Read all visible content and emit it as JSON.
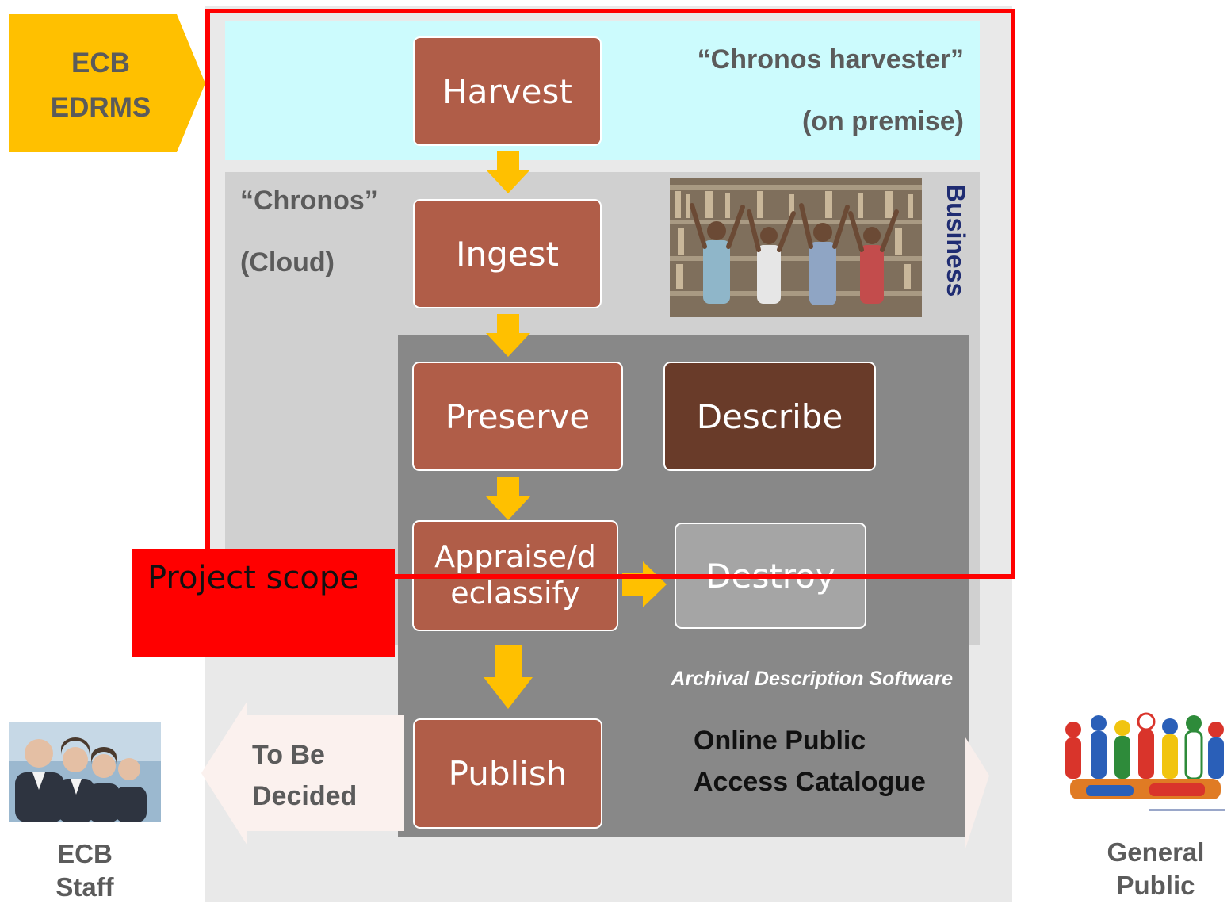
{
  "source": {
    "line1": "ECB",
    "line2": "EDRMS"
  },
  "harvester": {
    "name": "“Chronos harvester”",
    "location": "(on premise)"
  },
  "chronos": {
    "name": "“Chronos”",
    "location": "(Cloud)"
  },
  "business_label": "Business",
  "steps": {
    "harvest": "Harvest",
    "ingest": "Ingest",
    "preserve": "Preserve",
    "describe": "Describe",
    "appraise_line1": "Appraise/d",
    "appraise_line2": "eclassify",
    "destroy": "Destroy",
    "publish": "Publish"
  },
  "archival_software": "Archival Description Software",
  "opac": {
    "line1": "Online Public",
    "line2": "Access Catalogue"
  },
  "tbd": {
    "line1": "To Be",
    "line2": "Decided"
  },
  "project_scope": "Project scope",
  "audiences": {
    "staff": {
      "line1": "ECB",
      "line2": "Staff"
    },
    "public": {
      "line1": "General",
      "line2": "Public"
    }
  },
  "colors": {
    "accent_yellow": "#ffc000",
    "process_box": "#b05d48",
    "describe_box": "#693b29",
    "destroy_box": "#a5a5a5",
    "scope_red": "#ff0000",
    "harvester_zone": "#ccfbfd"
  }
}
